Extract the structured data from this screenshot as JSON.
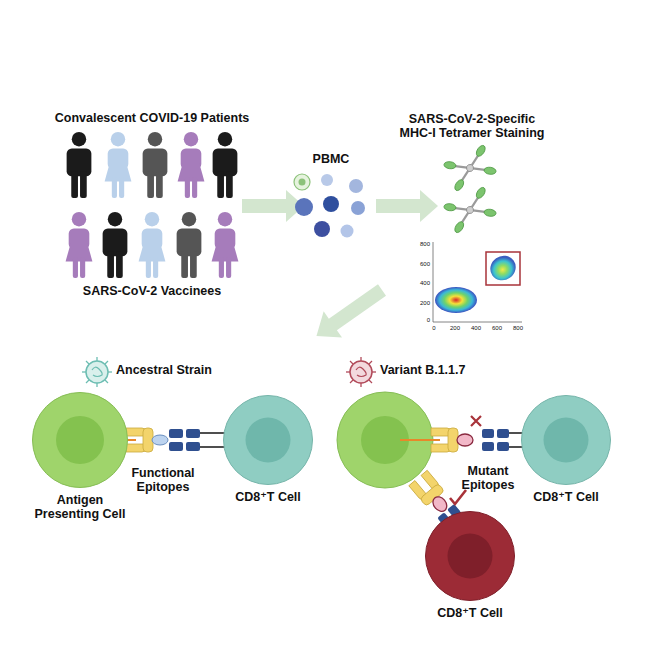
{
  "diagram": {
    "nodes": [
      {
        "text": [
          "Antigen Presenting Cell"
        ]
      },
      {
        "text": [
          "CD8⁺T Cell"
        ]
      },
      {
        "text": [
          "CD8⁺T Cell"
        ]
      },
      {
        "text": [
          "CD8⁺T Cell"
        ]
      }
    ],
    "labels": [
      "Convalescent COVID-19 Patients",
      "SARS-CoV-2 Vaccinees",
      "PBMC",
      "SARS-CoV-2-Specific MHC-I Tetramer Staining",
      "800",
      "600",
      "400",
      "200",
      "0",
      "0",
      "200",
      "400",
      "600",
      "800",
      "Ancestral Strain",
      "Variant B.1.1.7",
      "Functional Epitopes",
      "Mutant Epitopes"
    ]
  }
}
